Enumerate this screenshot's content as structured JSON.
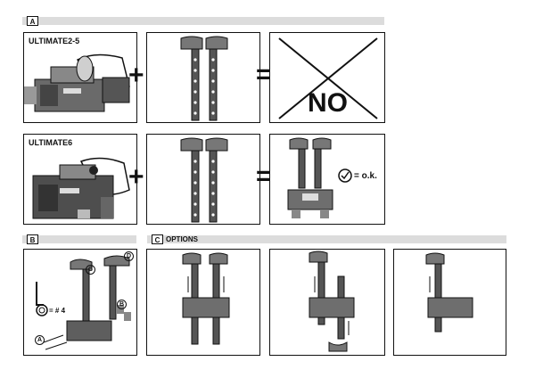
{
  "sections": {
    "a": {
      "tag": "A"
    },
    "b": {
      "tag": "B"
    },
    "c": {
      "tag": "C",
      "title": "OPTIONS"
    }
  },
  "row1": {
    "model": "ULTIMATE2-5",
    "plus": "+",
    "equals": "=",
    "result": "NO"
  },
  "row2": {
    "model": "ULTIMATE6",
    "plus": "+",
    "equals": "=",
    "ok_label": "= o.k."
  },
  "callouts": {
    "c": "C",
    "d": "D",
    "b": "B",
    "a": "A",
    "hex_size": "= # 4"
  }
}
